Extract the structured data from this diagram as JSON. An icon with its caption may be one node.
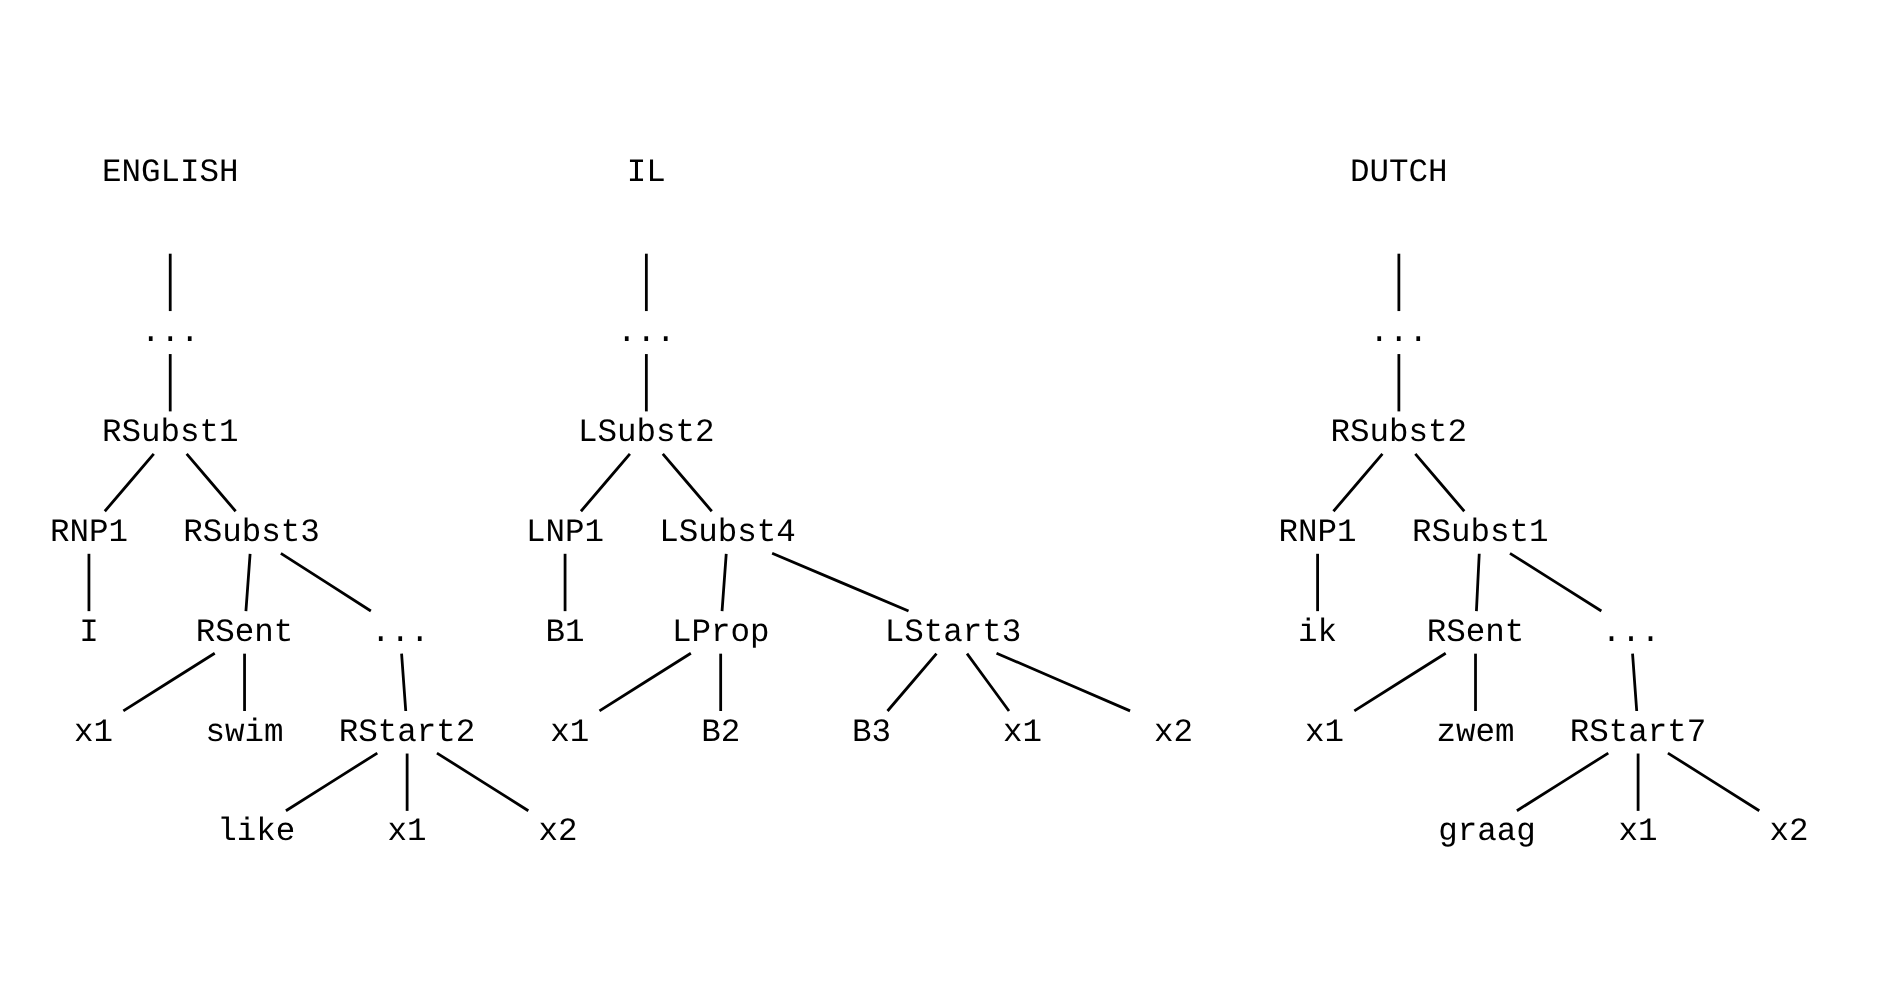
{
  "diagram": {
    "nodes": [
      {
        "text": [
          "..."
        ]
      },
      {
        "text": [
          "RSubst1"
        ]
      },
      {
        "text": [
          "RNP1"
        ]
      },
      {
        "text": [
          "RSubst3"
        ]
      },
      {
        "text": [
          "I"
        ]
      },
      {
        "text": [
          "RSent"
        ]
      },
      {
        "text": [
          "..."
        ]
      },
      {
        "text": [
          "x1"
        ]
      },
      {
        "text": [
          "swim"
        ]
      },
      {
        "text": [
          "RStart2"
        ]
      },
      {
        "text": [
          "like"
        ]
      },
      {
        "text": [
          "x1"
        ]
      },
      {
        "text": [
          "x2"
        ]
      },
      {
        "text": [
          "..."
        ]
      },
      {
        "text": [
          "LSubst2"
        ]
      },
      {
        "text": [
          "LNP1"
        ]
      },
      {
        "text": [
          "LSubst4"
        ]
      },
      {
        "text": [
          "B1"
        ]
      },
      {
        "text": [
          "LProp"
        ]
      },
      {
        "text": [
          "LStart3"
        ]
      },
      {
        "text": [
          "x1"
        ]
      },
      {
        "text": [
          "B2"
        ]
      },
      {
        "text": [
          "B3"
        ]
      },
      {
        "text": [
          "x1"
        ]
      },
      {
        "text": [
          "x2"
        ]
      },
      {
        "text": [
          "..."
        ]
      },
      {
        "text": [
          "RSubst2"
        ]
      },
      {
        "text": [
          "RNP1"
        ]
      },
      {
        "text": [
          "RSubst1"
        ]
      },
      {
        "text": [
          "ik"
        ]
      },
      {
        "text": [
          "RSent"
        ]
      },
      {
        "text": [
          "..."
        ]
      },
      {
        "text": [
          "x1"
        ]
      },
      {
        "text": [
          "zwem"
        ]
      },
      {
        "text": [
          "RStart7"
        ]
      },
      {
        "text": [
          "graag"
        ]
      },
      {
        "text": [
          "x1"
        ]
      },
      {
        "text": [
          "x2"
        ]
      }
    ],
    "edges": [
      {
        "from": null,
        "to": 0,
        "arrow": "none"
      },
      {
        "from": 0,
        "to": 1,
        "arrow": "none"
      },
      {
        "from": 1,
        "to": 2,
        "arrow": "none"
      },
      {
        "from": 1,
        "to": 3,
        "arrow": "none"
      },
      {
        "from": 2,
        "to": 4,
        "arrow": "none"
      },
      {
        "from": 3,
        "to": 5,
        "arrow": "none"
      },
      {
        "from": 3,
        "to": 6,
        "arrow": "none"
      },
      {
        "from": 5,
        "to": 7,
        "arrow": "none"
      },
      {
        "from": 5,
        "to": 8,
        "arrow": "none"
      },
      {
        "from": 6,
        "to": 9,
        "arrow": "none"
      },
      {
        "from": 9,
        "to": 10,
        "arrow": "none"
      },
      {
        "from": 9,
        "to": 11,
        "arrow": "none"
      },
      {
        "from": 9,
        "to": 12,
        "arrow": "none"
      },
      {
        "from": null,
        "to": 13,
        "arrow": "none"
      },
      {
        "from": 13,
        "to": 14,
        "arrow": "none"
      },
      {
        "from": 14,
        "to": 15,
        "arrow": "none"
      },
      {
        "from": 14,
        "to": 16,
        "arrow": "none"
      },
      {
        "from": 15,
        "to": 17,
        "arrow": "none"
      },
      {
        "from": 16,
        "to": 18,
        "arrow": "none"
      },
      {
        "from": 16,
        "to": 19,
        "arrow": "none"
      },
      {
        "from": 18,
        "to": 20,
        "arrow": "none"
      },
      {
        "from": 18,
        "to": 21,
        "arrow": "none"
      },
      {
        "from": 19,
        "to": 22,
        "arrow": "none"
      },
      {
        "from": 19,
        "to": 23,
        "arrow": "none"
      },
      {
        "from": 19,
        "to": 24,
        "arrow": "none"
      },
      {
        "from": null,
        "to": 25,
        "arrow": "none"
      },
      {
        "from": 25,
        "to": 26,
        "arrow": "none"
      },
      {
        "from": 26,
        "to": 27,
        "arrow": "none"
      },
      {
        "from": 26,
        "to": 28,
        "arrow": "none"
      },
      {
        "from": 27,
        "to": 29,
        "arrow": "none"
      },
      {
        "from": 28,
        "to": 30,
        "arrow": "none"
      },
      {
        "from": 28,
        "to": 31,
        "arrow": "none"
      },
      {
        "from": 30,
        "to": 32,
        "arrow": "none"
      },
      {
        "from": 30,
        "to": 33,
        "arrow": "none"
      },
      {
        "from": 31,
        "to": 34,
        "arrow": "none"
      },
      {
        "from": 34,
        "to": 35,
        "arrow": "none"
      },
      {
        "from": 34,
        "to": 36,
        "arrow": "none"
      },
      {
        "from": 34,
        "to": 37,
        "arrow": "none"
      }
    ],
    "labels": [
      "ENGLISH",
      "IL",
      "DUTCH"
    ]
  }
}
